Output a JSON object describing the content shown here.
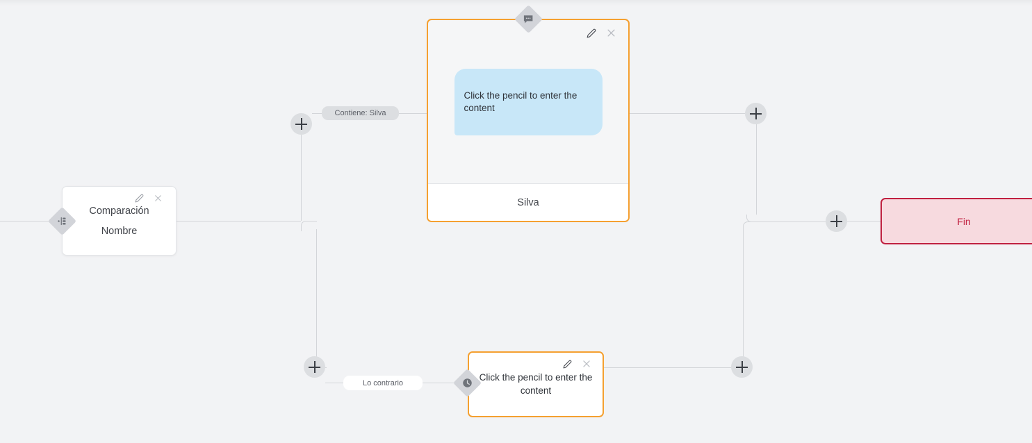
{
  "app": {
    "canvas_background": "#f2f3f5",
    "accent_orange": "#f5a030",
    "accent_red": "#c02040",
    "bubble_blue": "#c8e7f8",
    "connector_gray": "#d3d5d9"
  },
  "nodes": {
    "comparison": {
      "title": "Comparación",
      "subtitle": "Nombre",
      "handle_icon": "branch-icon",
      "edit_icon": "pencil-icon",
      "close_icon": "close-icon"
    },
    "message": {
      "bubble_text": "Click the pencil to enter the content",
      "footer_text": "Silva",
      "handle_icon": "chat-bubble-icon",
      "edit_icon": "pencil-icon",
      "close_icon": "close-icon"
    },
    "fallback": {
      "text": "Click the pencil to enter the content",
      "handle_icon": "clock-icon",
      "edit_icon": "pencil-icon",
      "close_icon": "close-icon"
    },
    "end": {
      "label": "Fin"
    }
  },
  "edge_labels": {
    "contains": "Contiene: Silva",
    "otherwise": "Lo contrario"
  },
  "add_buttons": [
    {
      "name": "add-node-branch-true"
    },
    {
      "name": "add-node-branch-false"
    },
    {
      "name": "add-node-after-message"
    },
    {
      "name": "add-node-after-fallback"
    },
    {
      "name": "add-node-before-end"
    }
  ]
}
